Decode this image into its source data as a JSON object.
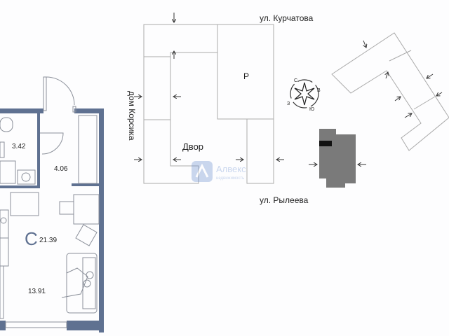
{
  "floor_plan": {
    "rooms": [
      {
        "id": "bathroom",
        "area": "3.42"
      },
      {
        "id": "hallway",
        "area": "4.06"
      },
      {
        "id": "living",
        "area": "13.91"
      }
    ],
    "total": {
      "type_letter": "С",
      "area": "21.39"
    },
    "wall_color": "#5f7191"
  },
  "site_plan": {
    "streets": {
      "top": "ул. Курчатова",
      "bottom": "ул. Рылеева",
      "left": "дом Корсика"
    },
    "courtyard_label": "Двор",
    "parking_label": "Р",
    "compass": {
      "n": "С",
      "e": "В",
      "s": "Ю",
      "w": "З"
    }
  },
  "watermark": {
    "brand": "Алвекс",
    "sub": "недвижимость"
  }
}
